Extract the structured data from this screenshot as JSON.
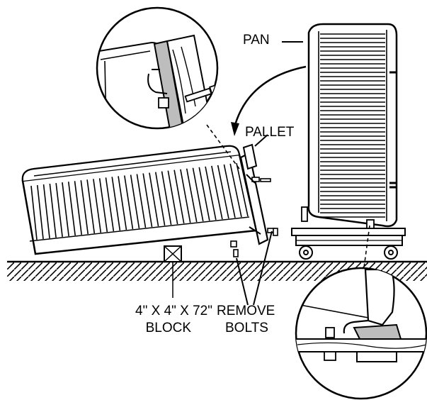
{
  "labels": {
    "pan": "PAN",
    "pallet": "PALLET",
    "block_line1": "4\" X 4\" X 72\"",
    "block_line2": "BLOCK",
    "remove_line1": "REMOVE",
    "remove_line2": "BOLTS"
  },
  "colors": {
    "ink": "#000000",
    "paper": "#ffffff",
    "shade": "#bdbdbd"
  }
}
